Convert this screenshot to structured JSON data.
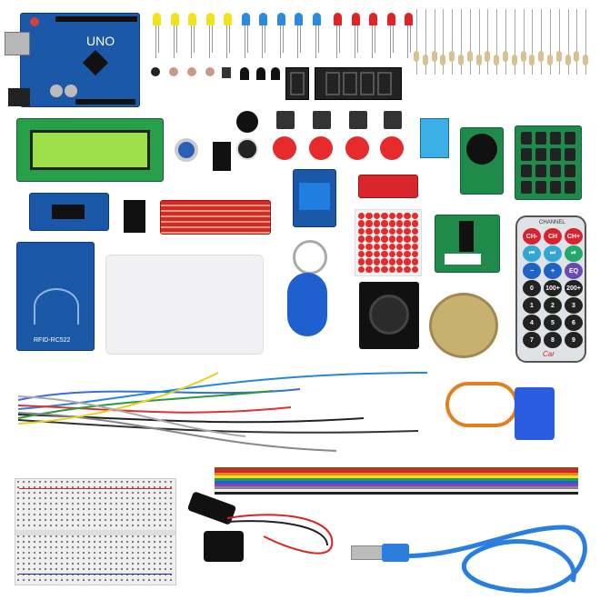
{
  "arduino": {
    "label": "UNO"
  },
  "rfid": {
    "label": "RFID-RC522"
  },
  "remote": {
    "header": "CHANNEL",
    "brand": "Car",
    "buttons": [
      {
        "label": "CH-",
        "color": "#d6232f"
      },
      {
        "label": "CH",
        "color": "#d6232f"
      },
      {
        "label": "CH+",
        "color": "#d6232f"
      },
      {
        "label": "⏮",
        "color": "#31a6d6"
      },
      {
        "label": "⏭",
        "color": "#31a6d6"
      },
      {
        "label": "⏯",
        "color": "#21a86a"
      },
      {
        "label": "−",
        "color": "#1f63c4"
      },
      {
        "label": "+",
        "color": "#1f63c4"
      },
      {
        "label": "EQ",
        "color": "#6a4bb0"
      },
      {
        "label": "0",
        "color": "#222"
      },
      {
        "label": "100+",
        "color": "#222"
      },
      {
        "label": "200+",
        "color": "#222"
      },
      {
        "label": "1",
        "color": "#222"
      },
      {
        "label": "2",
        "color": "#222"
      },
      {
        "label": "3",
        "color": "#222"
      },
      {
        "label": "4",
        "color": "#222"
      },
      {
        "label": "5",
        "color": "#222"
      },
      {
        "label": "6",
        "color": "#222"
      },
      {
        "label": "7",
        "color": "#222"
      },
      {
        "label": "8",
        "color": "#222"
      },
      {
        "label": "9",
        "color": "#222"
      }
    ]
  },
  "leds": [
    "#f2e21a",
    "#f2e21a",
    "#f2e21a",
    "#f2e21a",
    "#f2e21a",
    "#2a8ae0",
    "#2a8ae0",
    "#2a8ae0",
    "#2a8ae0",
    "#2a8ae0",
    "#e02424",
    "#e02424",
    "#e02424",
    "#e02424",
    "#e02424"
  ],
  "colors": {
    "pcb_blue": "#1b58a8",
    "pcb_green": "#1f8a4a",
    "lcd_screen": "#9ee04a",
    "button_cap": "#e52b2b",
    "keyfob": "#1f5fd0",
    "usb_cable": "#2a7ee0"
  }
}
